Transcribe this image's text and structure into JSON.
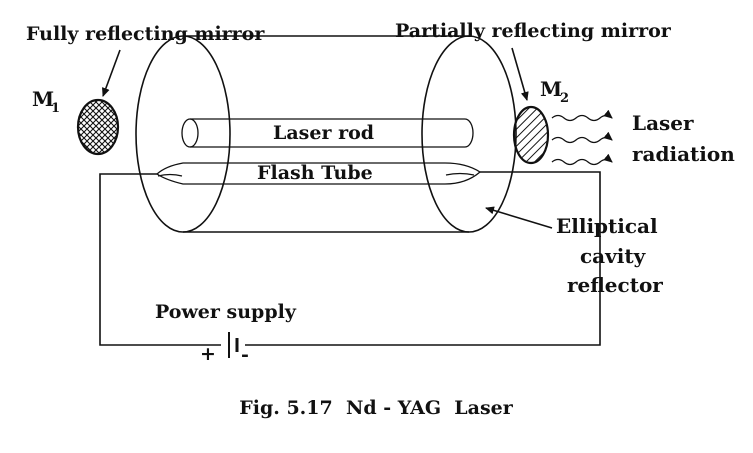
{
  "labels": {
    "full_mirror": "Fully reflecting mirror",
    "partial_mirror": "Partially reflecting mirror",
    "m1_letter": "M",
    "m1_sub": "1",
    "m2_letter": "M",
    "m2_sub": "2",
    "laser_rod": "Laser rod",
    "flash_tube": "Flash Tube",
    "laser_line1": "Laser",
    "laser_line2": "radiation",
    "cavity_line1": "Elliptical",
    "cavity_line2": "cavity",
    "cavity_line3": "reflector",
    "power_supply": "Power supply",
    "plus": "+",
    "minus": "-"
  },
  "caption": "Fig. 5.17  Nd - YAG  Laser",
  "colors": {
    "ink": "#111111",
    "background": "#ffffff"
  }
}
